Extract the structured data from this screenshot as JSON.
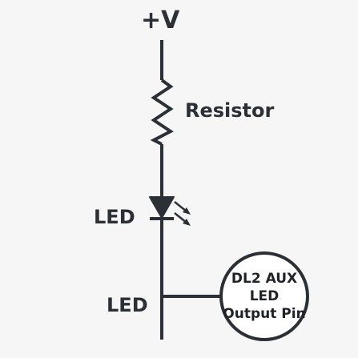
{
  "supply": {
    "label": "+V"
  },
  "resistor": {
    "label": "Resistor"
  },
  "led": {
    "label": "LED"
  },
  "junction": {
    "label": "LED"
  },
  "output_pin": {
    "line1": "DL2 AUX",
    "line2": "LED",
    "line3": "Output Pin"
  },
  "colors": {
    "background": "#f6f6f6",
    "ink": "#2b3036"
  },
  "icons": {
    "resistor": "resistor-zigzag-icon",
    "led": "led-diode-icon",
    "light_emission": "light-arrows-icon"
  }
}
